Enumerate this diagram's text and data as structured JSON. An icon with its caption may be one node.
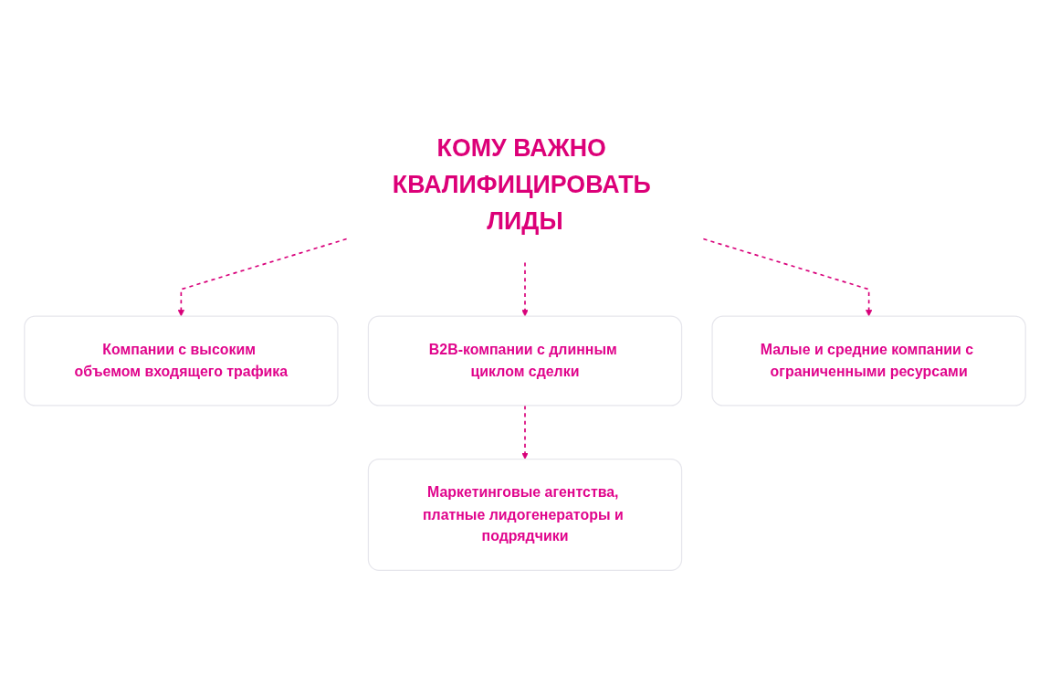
{
  "diagram": {
    "nodes": [
      {
        "text": [
          "КОМУ ВАЖНО КВАЛИФИЦИРОВАТЬ ЛИДЫ"
        ]
      },
      {
        "text": [
          "Компании с высоким объемом входящего трафика"
        ]
      },
      {
        "text": [
          "B2B-компании с длинным циклом сделки"
        ]
      },
      {
        "text": [
          "Малые и средние компании с ограниченными ресурсами"
        ]
      },
      {
        "text": [
          "Маркетинговые агентства, платные лидогенераторы и подрядчики"
        ]
      }
    ],
    "edges": [
      {
        "from": 0,
        "to": 1,
        "arrow": "to",
        "style": "dashed"
      },
      {
        "from": 0,
        "to": 2,
        "arrow": "to",
        "style": "dashed"
      },
      {
        "from": 0,
        "to": 3,
        "arrow": "to",
        "style": "dashed"
      },
      {
        "from": 2,
        "to": 4,
        "arrow": "to",
        "style": "dashed"
      }
    ]
  }
}
